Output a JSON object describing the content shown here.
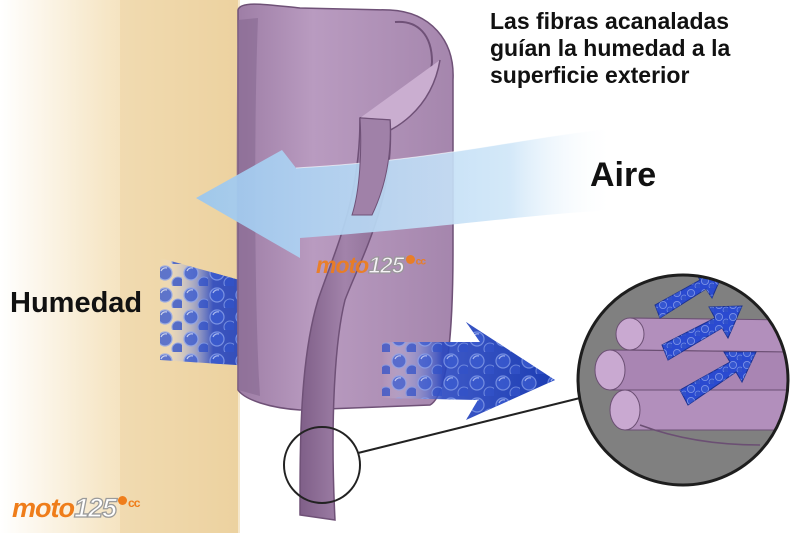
{
  "labels": {
    "caption": "Las fibras acanaladas guían la humedad a la superficie exterior",
    "air": "Aire",
    "moisture": "Humedad"
  },
  "watermark": {
    "moto": "moto",
    "number": "125",
    "cc": "cc"
  },
  "colors": {
    "fabric_beige": "#edd3a2",
    "fiber_purple": "#b597bc",
    "fiber_purple_dark": "#8c6a93",
    "air_arrow": "#bcdaf3",
    "moisture_arrow": "#1f3fb6",
    "magnifier_bg": "#777777",
    "brand_orange": "#ef7d1a"
  },
  "icons": [
    "air-arrow-icon",
    "moisture-arrow-icon",
    "magnifier-icon",
    "wicking-arrow-icon"
  ]
}
